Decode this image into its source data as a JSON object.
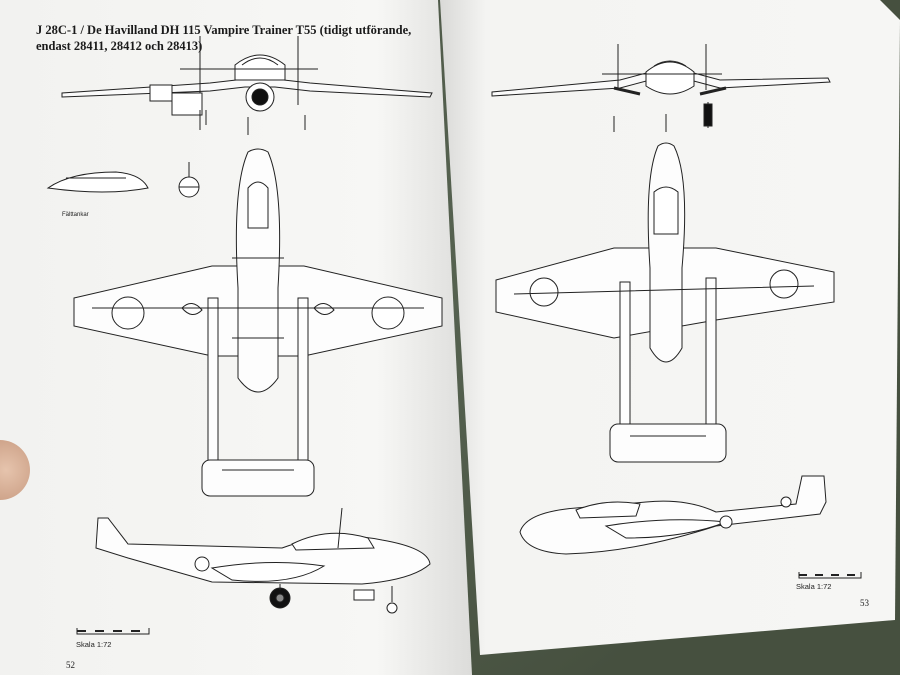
{
  "left_page": {
    "title": "J 28C-1 / De Havilland DH 115 Vampire Trainer T55 (tidigt utförande, endast 28411, 28412 och 28413)",
    "drop_tank_label": "Fälttankar",
    "scale_label": "Skala   1:72",
    "page_number": "52"
  },
  "right_page": {
    "scale_label": "Skala   1:72",
    "page_number": "53"
  }
}
